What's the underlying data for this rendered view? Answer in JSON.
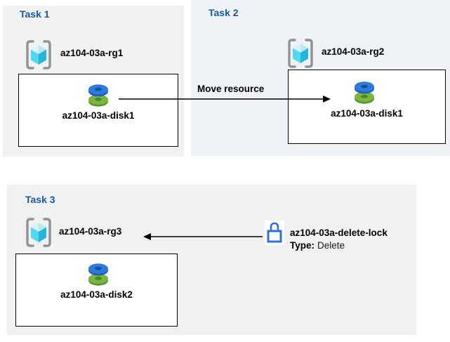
{
  "tasks": {
    "task1": {
      "title": "Task 1",
      "resource_group": "az104-03a-rg1",
      "disk": "az104-03a-disk1"
    },
    "task2": {
      "title": "Task 2",
      "resource_group": "az104-03a-rg2",
      "disk": "az104-03a-disk1"
    },
    "task3": {
      "title": "Task 3",
      "resource_group": "az104-03a-rg3",
      "disk": "az104-03a-disk2"
    }
  },
  "annotations": {
    "move_label": "Move resource",
    "lock_name": "az104-03a-delete-lock",
    "lock_type_label": "Type:",
    "lock_type_value": "Delete"
  },
  "icons": {
    "resource_group": "resource-group-icon",
    "disk": "disk-icon",
    "lock": "lock-icon",
    "move_arrow": "right-arrow",
    "lock_arrow": "left-arrow"
  },
  "colors": {
    "panel1_bg": "#f2f2f2",
    "panel2_bg": "#eff2f6",
    "panel3_bg": "#f1f1f1",
    "title_blue": "#15599d",
    "box_border": "#000000",
    "box_bg": "#ffffff",
    "arrow": "#000000",
    "lock_blue": "#2e6fd8",
    "disk_blue_top": "#3079dc",
    "disk_blue_side": "#1d5fb8",
    "disk_blue_hole": "#174f9e",
    "disk_green_top": "#7ab740",
    "disk_green_side": "#5a9430",
    "disk_green_hole": "#4f8427",
    "rg_bracket": "#8f9296",
    "rg_cube_top": "#cdeffb",
    "rg_cube_left": "#4fd9f5",
    "rg_cube_right": "#28b3d8"
  }
}
